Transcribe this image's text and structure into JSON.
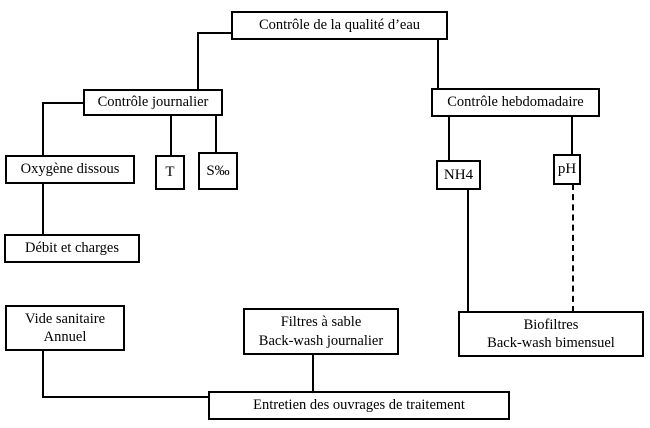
{
  "diagram": {
    "title": "Contrôle de la qualité d’eau",
    "colors": {
      "line": "#000000",
      "box_border": "#000000",
      "background": "#ffffff",
      "text": "#000000"
    },
    "nodes": {
      "root": {
        "label": "Contrôle de la qualité d’eau"
      },
      "daily": {
        "label": "Contrôle journalier"
      },
      "weekly": {
        "label": "Contrôle hebdomadaire"
      },
      "oxygen": {
        "label": "Oxygène dissous"
      },
      "temperature": {
        "label": "T"
      },
      "salinity": {
        "label": "S‰"
      },
      "nh4": {
        "label": "NH4"
      },
      "ph": {
        "label": "pH"
      },
      "debit": {
        "label": "Débit et charges"
      },
      "vide": {
        "line1": "Vide sanitaire",
        "line2": "Annuel"
      },
      "sand": {
        "line1": "Filtres à sable",
        "line2": "Back-wash journalier"
      },
      "bio": {
        "line1": "Biofiltres",
        "line2": "Back-wash bimensuel"
      },
      "maintenance": {
        "label": "Entretien des ouvrages de traitement"
      }
    },
    "edges": [
      {
        "from": "root",
        "to": "daily",
        "style": "solid"
      },
      {
        "from": "root",
        "to": "weekly",
        "style": "solid"
      },
      {
        "from": "daily",
        "to": "oxygen",
        "style": "solid"
      },
      {
        "from": "daily",
        "to": "temperature",
        "style": "solid"
      },
      {
        "from": "daily",
        "to": "salinity",
        "style": "solid"
      },
      {
        "from": "weekly",
        "to": "nh4",
        "style": "solid"
      },
      {
        "from": "weekly",
        "to": "ph",
        "style": "solid"
      },
      {
        "from": "oxygen",
        "to": "debit",
        "style": "solid"
      },
      {
        "from": "nh4",
        "to": "bio",
        "style": "solid"
      },
      {
        "from": "ph",
        "to": "bio",
        "style": "dashed"
      },
      {
        "from": "vide",
        "to": "maintenance",
        "style": "solid"
      },
      {
        "from": "sand",
        "to": "maintenance",
        "style": "solid"
      }
    ]
  }
}
